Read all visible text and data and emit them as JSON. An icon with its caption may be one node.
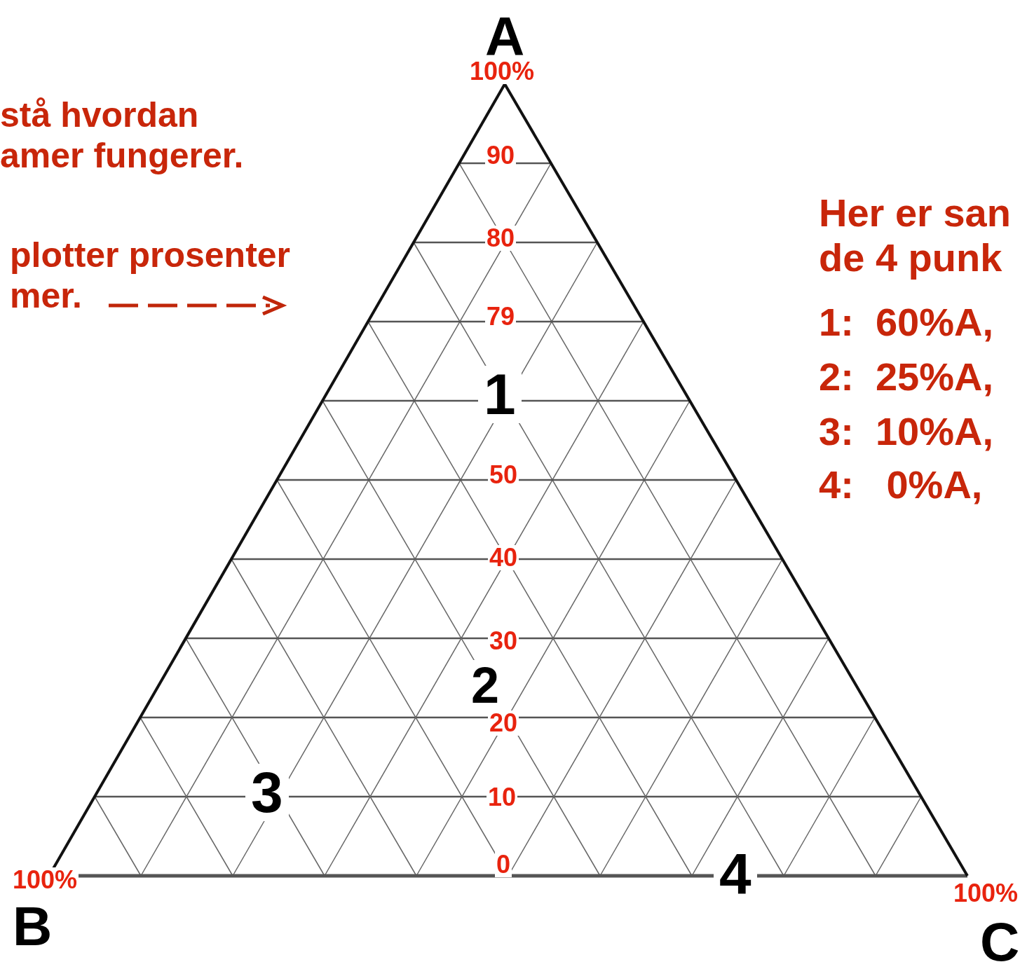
{
  "diagram": {
    "labels": [
      "A",
      "100%",
      "stå hvordan amer fungerer.",
      "90",
      "plotter prosenter mer.",
      "Her er san de 4 punk",
      "80",
      "1:  60%A,",
      "79",
      "2:  25%A,",
      "1",
      "3:  10%A,",
      "4:   0%A,",
      "50",
      "40",
      "30",
      "2",
      "20",
      "3",
      "10",
      "0",
      "4",
      "100%",
      "100%",
      "B",
      "C"
    ]
  }
}
